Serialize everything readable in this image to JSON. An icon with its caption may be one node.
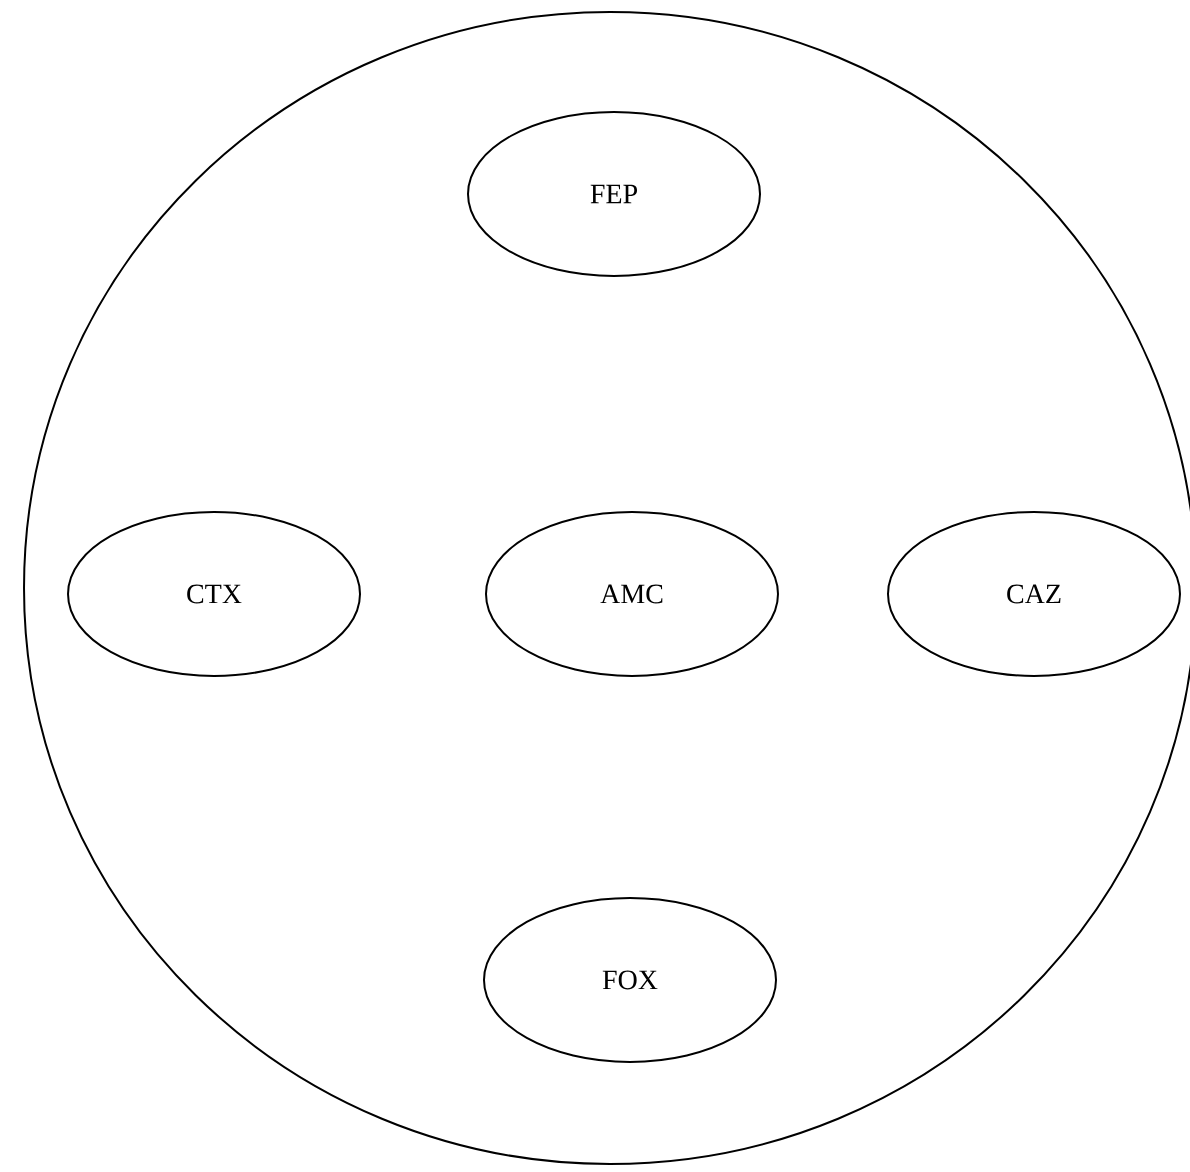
{
  "diagram": {
    "nodes": [
      {
        "text": [],
        "shape": "circle"
      },
      {
        "text": [
          "FEP"
        ],
        "in": 0
      },
      {
        "text": [
          "CTX"
        ],
        "in": 0
      },
      {
        "text": [
          "AMC"
        ],
        "in": 0
      },
      {
        "text": [
          "CAZ"
        ],
        "in": 0
      },
      {
        "text": [
          "FOX"
        ],
        "in": 0
      }
    ]
  }
}
